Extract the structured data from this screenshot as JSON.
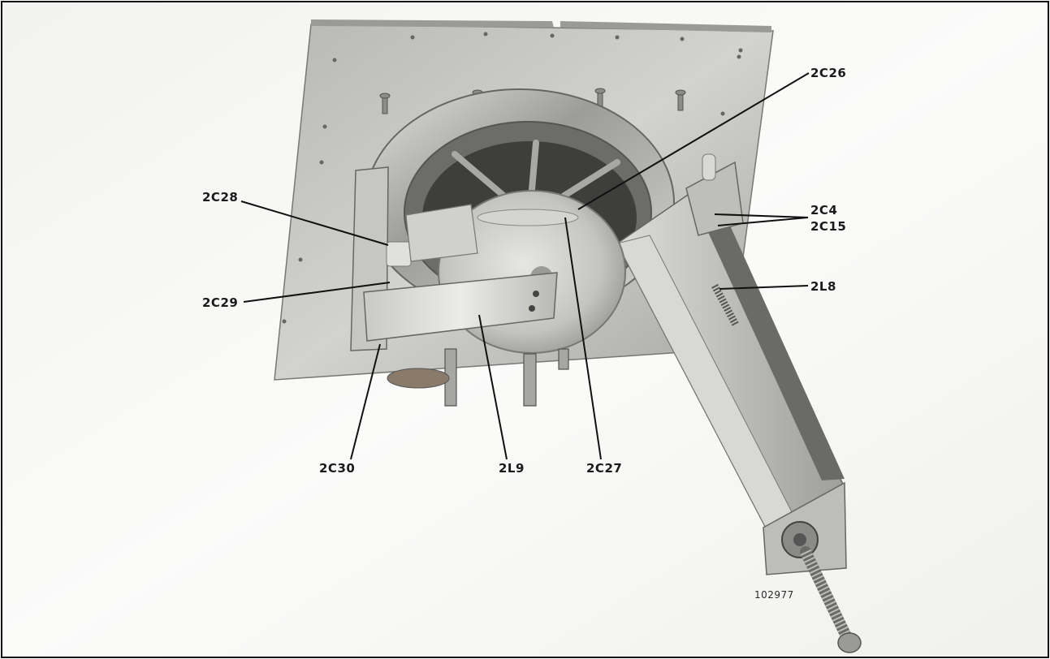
{
  "figure": {
    "callouts": {
      "c2C26": "2C26",
      "c2C28": "2C28",
      "c2C4": "2C4",
      "c2C15": "2C15",
      "c2C29": "2C29",
      "c2L8": "2L8",
      "c2C30": "2C30",
      "c2L9": "2L9",
      "c2C27": "2C27"
    },
    "serial_number": "102977"
  }
}
